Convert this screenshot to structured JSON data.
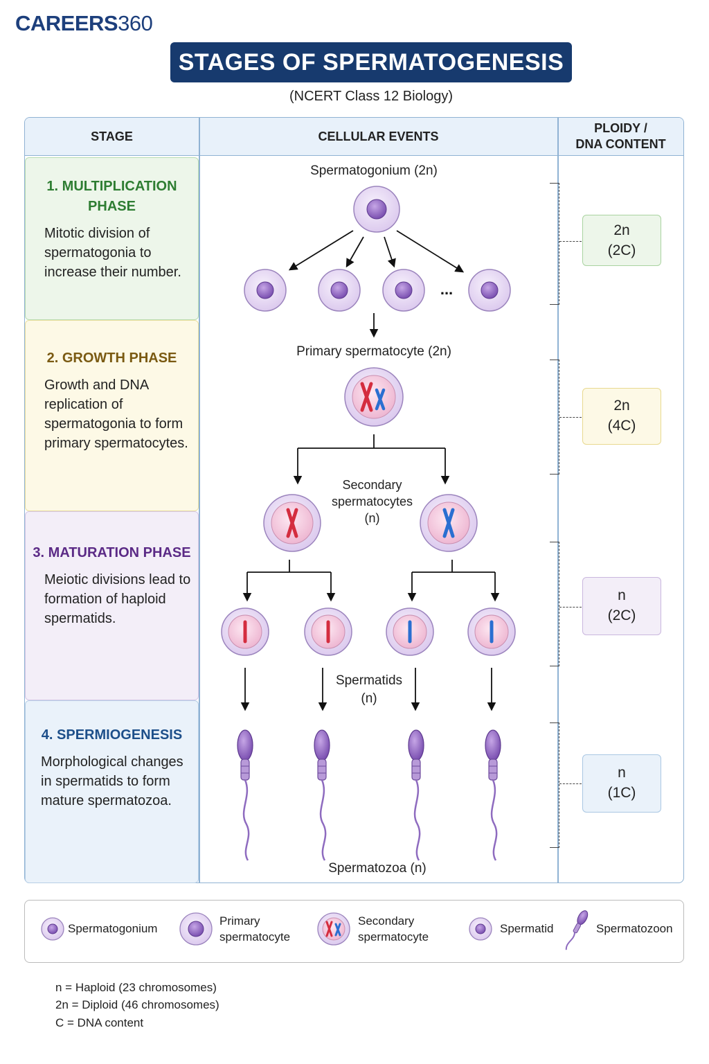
{
  "brand": {
    "name": "CAREERS",
    "number": "360"
  },
  "title": "STAGES OF SPERMATOGENESIS",
  "subtitle": "(NCERT Class 12 Biology)",
  "columns": {
    "stage": "STAGE",
    "events": "CELLULAR EVENTS",
    "ploidy_line1": "PLOIDY /",
    "ploidy_line2": "DNA CONTENT"
  },
  "stages": [
    {
      "title": "1. MULTIPLICATION PHASE",
      "description": "Mitotic division of spermatogonia to increase their number.",
      "color": "#2e7d32"
    },
    {
      "title": "2. GROWTH PHASE",
      "description": "Growth and DNA replication of spermatogonia to form primary spermatocytes.",
      "color": "#7a5a12"
    },
    {
      "title": "3. MATURATION PHASE",
      "description": "Meiotic divisions lead to formation of haploid spermatids.",
      "color": "#5b2a86"
    },
    {
      "title": "4. SPERMIOGENESIS",
      "description": "Morphological changes in spermatids to form mature spermatozoa.",
      "color": "#1d4f8a"
    }
  ],
  "events": {
    "spermatogonium": "Spermatogonium (2n)",
    "dots": "...",
    "primary": "Primary spermatocyte (2n)",
    "secondary_1": "Secondary",
    "secondary_2": "spermatocytes",
    "secondary_3": "(n)",
    "spermatids_1": "Spermatids",
    "spermatids_2": "(n)",
    "spermatozoa": "Spermatozoa (n)"
  },
  "ploidy": [
    {
      "ploidy": "2n",
      "dna": "(2C)"
    },
    {
      "ploidy": "2n",
      "dna": "(4C)"
    },
    {
      "ploidy": "n",
      "dna": "(2C)"
    },
    {
      "ploidy": "n",
      "dna": "(1C)"
    }
  ],
  "legend": {
    "spermatogonium": "Spermatogonium",
    "primary_1": "Primary",
    "primary_2": "spermatocyte",
    "secondary_1": "Secondary",
    "secondary_2": "spermatocyte",
    "spermatid": "Spermatid",
    "spermatozoon": "Spermatozoon"
  },
  "notes": [
    "n = Haploid (23 chromosomes)",
    "2n = Diploid (46 chromosomes)",
    "C = DNA content"
  ],
  "colors": {
    "title_bg": "#173a6e",
    "header_bg": "#e8f1fa",
    "multiplication_bg": "#edf6ea",
    "growth_bg": "#fdf9e6",
    "maturation_bg": "#f3eef8",
    "spermiogenesis_bg": "#eaf2fa",
    "cell_purple": "#8e6bbf",
    "chromosome_red": "#d42d3f",
    "chromosome_blue": "#2a6fd1"
  }
}
